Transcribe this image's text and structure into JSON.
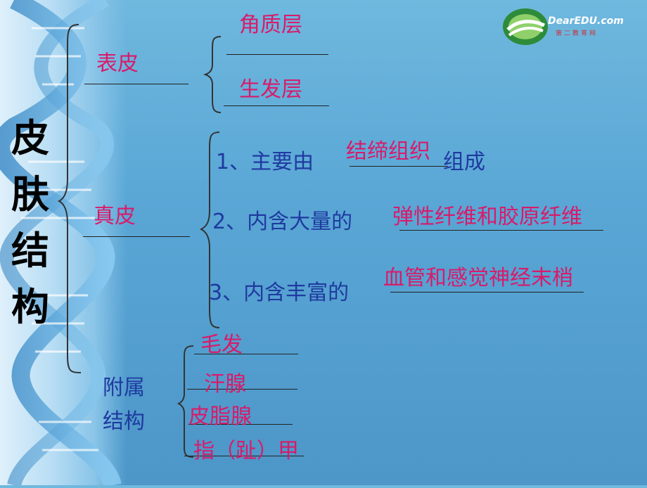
{
  "title_chars": [
    "皮",
    "肤",
    "结",
    "构"
  ],
  "logo": {
    "brand": "DearEDU.com",
    "subtitle": "第二教育网"
  },
  "epidermis": {
    "label": "表皮",
    "layers": [
      "角质层",
      "生发层"
    ]
  },
  "dermis": {
    "label": "真皮",
    "statements": [
      {
        "prefix": "1、主要由",
        "answer": "结缔组织",
        "suffix": "组成"
      },
      {
        "prefix": "2、内含大量的",
        "answer": "弹性纤维和胶原纤维",
        "suffix": ""
      },
      {
        "prefix": "3、内含丰富的",
        "answer": "血管和感觉神经末梢",
        "suffix": ""
      }
    ]
  },
  "appendages": {
    "label_line1": "附属",
    "label_line2": "结构",
    "items": [
      "毛发",
      "汗腺",
      "皮脂腺",
      "指（趾）甲"
    ]
  },
  "colors": {
    "answer": "#d81b6a",
    "label": "#1f3aa0",
    "title": "#000000"
  }
}
